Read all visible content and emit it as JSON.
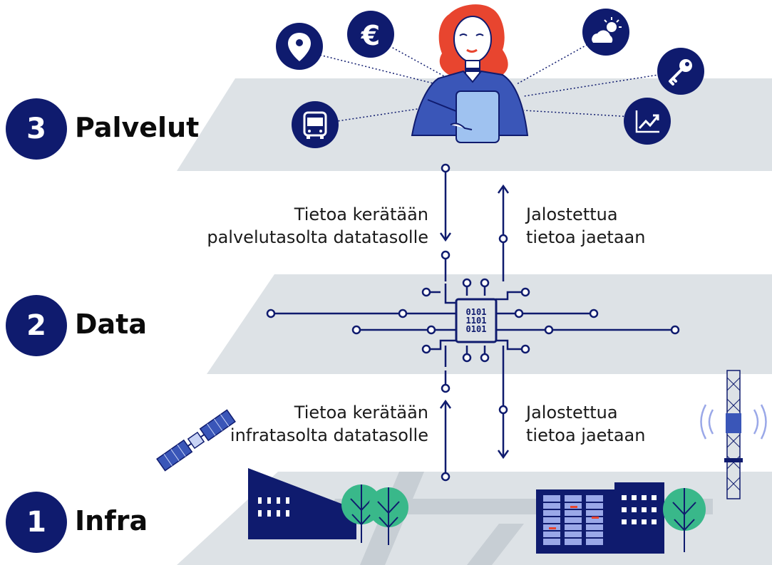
{
  "layers": [
    {
      "number": "3",
      "label": "Palvelut"
    },
    {
      "number": "2",
      "label": "Data"
    },
    {
      "number": "1",
      "label": "Infra"
    }
  ],
  "flows": {
    "services_to_data": [
      "Tietoa kerätään",
      "palvelutasolta datatasolle"
    ],
    "data_to_services": [
      "Jalostettua",
      "tietoa jaetaan"
    ],
    "infra_to_data": [
      "Tietoa kerätään",
      "infratasolta datatasolle"
    ],
    "data_to_infra": [
      "Jalostettua",
      "tietoa jaetaan"
    ]
  },
  "chip": {
    "lines": [
      "0101",
      "1101",
      "0101"
    ]
  },
  "service_icons": [
    "location-pin-icon",
    "euro-icon",
    "bus-icon",
    "weather-icon",
    "key-icon",
    "chart-up-icon"
  ],
  "colors": {
    "navy": "#0f1b6e",
    "plane": "#dde2e6",
    "green": "#39b88a",
    "blue_person": "#3a56b8",
    "hair": "#e8452f"
  }
}
